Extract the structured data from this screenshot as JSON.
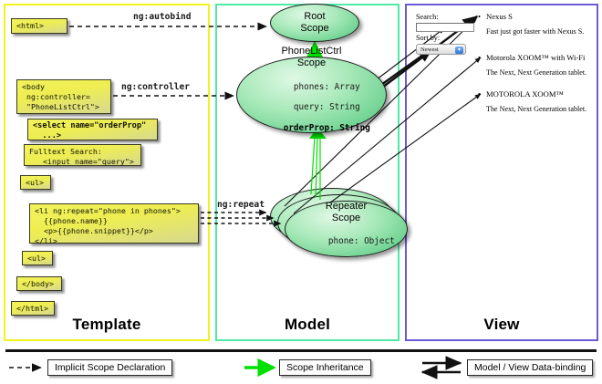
{
  "panels": {
    "template": {
      "label": "Template",
      "border_color": "#f2f21f"
    },
    "model": {
      "label": "Model",
      "border_color": "#4fe9a4"
    },
    "view": {
      "label": "View",
      "border_color": "#6a5bd8"
    }
  },
  "template_boxes": [
    {
      "id": "html-open",
      "text": "<html>"
    },
    {
      "id": "body-open",
      "text": "<body\n ng:controller=\n \"PhoneListCtrl\">"
    },
    {
      "id": "select",
      "text": "<select name=\"orderProp\"\n  ...>"
    },
    {
      "id": "fulltext",
      "text": "Fulltext Search:\n   <input name=\"query\">"
    },
    {
      "id": "ul-open",
      "text": "<ul>"
    },
    {
      "id": "li-repeat",
      "text": "<li ng:repeat=\"phone in phones\">\n  {{phone.name}}\n  <p>{{phone.snippet}}</p>\n</li>"
    },
    {
      "id": "ul-close",
      "text": "<ul>"
    },
    {
      "id": "body-close",
      "text": "</body>"
    },
    {
      "id": "html-close",
      "text": "</html>"
    }
  ],
  "edge_labels": {
    "autobind": "ng:autobind",
    "controller": "ng:controller",
    "repeat": "ng:repeat"
  },
  "scopes": [
    {
      "id": "root",
      "title_line1": "Root",
      "title_line2": "Scope",
      "props": []
    },
    {
      "id": "phonelist",
      "title_line1": "PhoneListCtrl",
      "title_line2": "Scope",
      "props": [
        {
          "text": "phones: Array",
          "bold": false
        },
        {
          "text": "query: String",
          "bold": false
        },
        {
          "text": "orderProp: String",
          "bold": true
        }
      ]
    },
    {
      "id": "repeater",
      "title_line1": "Repeater",
      "title_line2": "Scope",
      "props": [
        {
          "text": "phone: Object",
          "bold": false
        }
      ]
    }
  ],
  "view": {
    "search_label": "Search:",
    "search_value": "",
    "sort_label": "Sort by:",
    "sort_selected": "Newest",
    "sort_options": [
      "Newest"
    ],
    "phones": [
      {
        "name": "Nexus S",
        "snippet": "Fast just got faster with Nexus S."
      },
      {
        "name": "Motorola XOOM™  with Wi-Fi",
        "snippet": "The Next, Next Generation tablet."
      },
      {
        "name": "MOTOROLA XOOM™",
        "snippet": "The Next, Next Generation tablet."
      }
    ]
  },
  "legend": [
    {
      "id": "implicit",
      "label": "Implicit Scope Declaration",
      "style": "dashed-black"
    },
    {
      "id": "inheritance",
      "label": "Scope Inheritance",
      "style": "solid-green",
      "color": "#00e000"
    },
    {
      "id": "databinding",
      "label": "Model / View Data-binding",
      "style": "double-black"
    }
  ]
}
